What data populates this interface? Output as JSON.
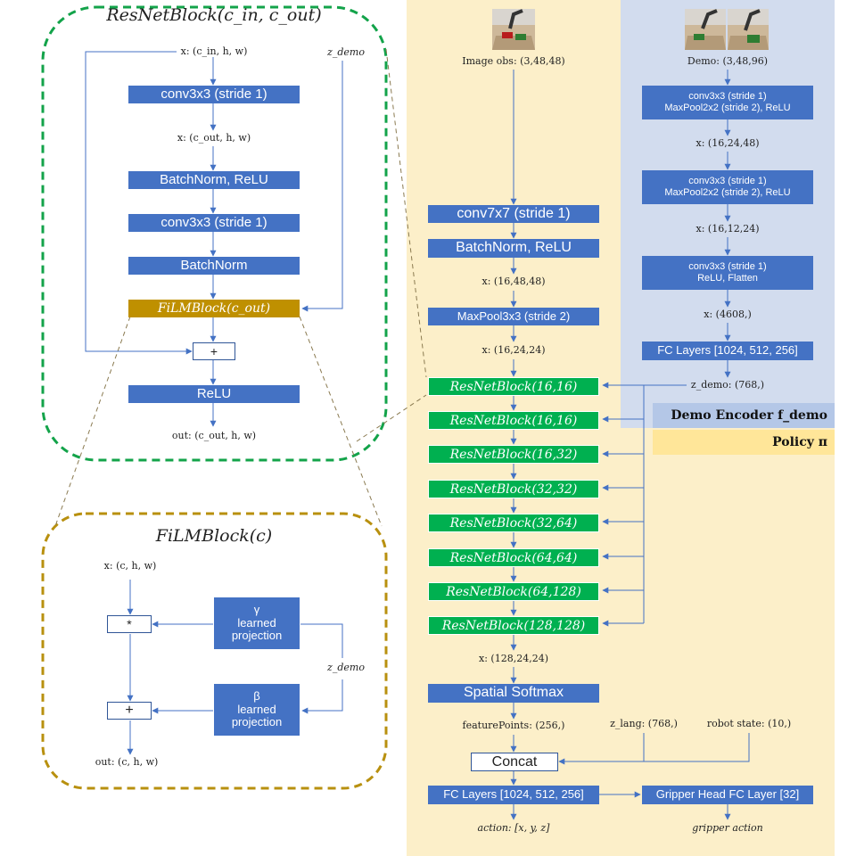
{
  "resnet_panel": {
    "title": "ResNetBlock(c_in, c_out)",
    "in_label": "x: (c_in, h, w)",
    "z_demo": "z_demo",
    "conv1": "conv3x3 (stride 1)",
    "mid_label": "x: (c_out, h, w)",
    "bn_relu": "BatchNorm, ReLU",
    "conv2": "conv3x3 (stride 1)",
    "bn": "BatchNorm",
    "film": "FiLMBlock(c_out)",
    "plus": "+",
    "relu": "ReLU",
    "out_label": "out: (c_out, h, w)"
  },
  "film_panel": {
    "title": "FiLMBlock(c)",
    "in_label": "x: (c, h, w)",
    "times": "*",
    "plus": "+",
    "gamma": "γ\nlearned\nprojection",
    "beta": "β\nlearned\nprojection",
    "z_demo": "z_demo",
    "out_label": "out: (c, h, w)"
  },
  "policy": {
    "image_obs": "Image obs: (3,48,48)",
    "conv7": "conv7x7 (stride 1)",
    "bn_relu": "BatchNorm, ReLU",
    "x1": "x: (16,48,48)",
    "maxpool": "MaxPool3x3 (stride 2)",
    "x2": "x: (16,24,24)",
    "resblocks": [
      "ResNetBlock(16,16)",
      "ResNetBlock(16,16)",
      "ResNetBlock(16,32)",
      "ResNetBlock(32,32)",
      "ResNetBlock(32,64)",
      "ResNetBlock(64,64)",
      "ResNetBlock(64,128)",
      "ResNetBlock(128,128)"
    ],
    "x3": "x: (128,24,24)",
    "softmax": "Spatial Softmax",
    "feature_points": "featurePoints: (256,)",
    "z_lang": "z_lang: (768,)",
    "robot_state": "robot state: (10,)",
    "concat": "Concat",
    "fc": "FC Layers [1024, 512, 256]",
    "gripper_fc": "Gripper Head FC Layer [32]",
    "action": "action: [x, y, z]",
    "gripper_action": "gripper action",
    "legend": "Policy π"
  },
  "demo": {
    "demo_label": "Demo: (3,48,96)",
    "block1": "conv3x3 (stride 1)\nMaxPool2x2 (stride 2), ReLU",
    "x1": "x: (16,24,48)",
    "block2": "conv3x3 (stride 1)\nMaxPool2x2 (stride 2), ReLU",
    "x2": "x: (16,12,24)",
    "block3": "conv3x3 (stride 1)\nReLU, Flatten",
    "x3": "x: (4608,)",
    "fc": "FC Layers [1024, 512, 256]",
    "z_demo": "z_demo: (768,)",
    "legend": "Demo Encoder f_demo"
  },
  "colors": {
    "blue": "#4472c4",
    "green": "#00b050",
    "gold": "#bf9000",
    "policy_bg": "#fcefc9",
    "demo_bg": "#d2dcee",
    "dash_green": "#13a34a",
    "dash_gold": "#b8900f"
  }
}
